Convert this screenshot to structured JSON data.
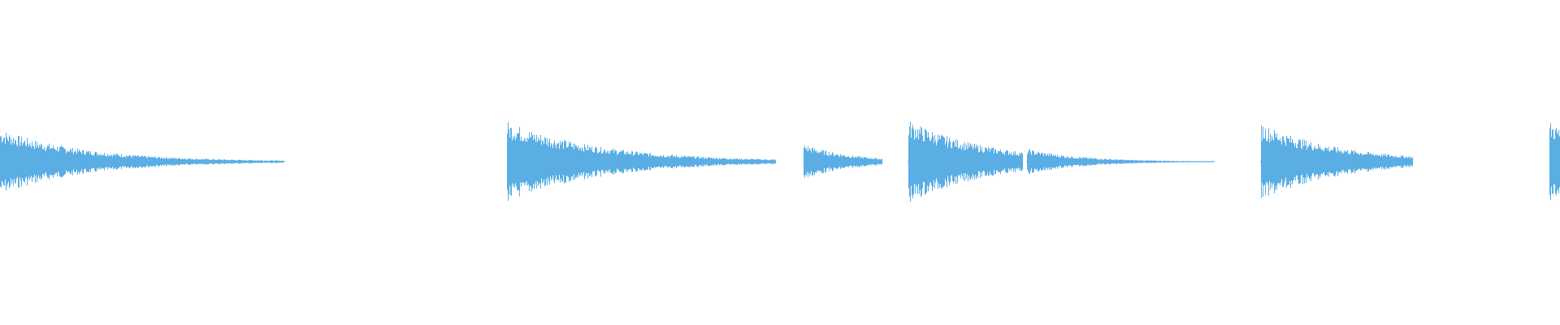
{
  "waveform": {
    "color": "#5aaee4",
    "background": "#ffffff",
    "duration_s": 1.0,
    "hits": [
      {
        "time": 0.0,
        "peak": 0.4,
        "decay": 0.055,
        "tail_end": 0.182
      },
      {
        "time": 0.325,
        "peak": 0.5,
        "decay": 0.06,
        "tail_end": 0.497
      },
      {
        "time": 0.515,
        "peak": 0.22,
        "decay": 0.03,
        "tail_end": 0.565
      },
      {
        "time": 0.582,
        "peak": 0.52,
        "decay": 0.05,
        "tail_end": 0.655
      },
      {
        "time": 0.658,
        "peak": 0.16,
        "decay": 0.035,
        "tail_end": 0.778
      },
      {
        "time": 0.808,
        "peak": 0.48,
        "decay": 0.05,
        "tail_end": 0.905
      },
      {
        "time": 0.993,
        "peak": 0.5,
        "decay": 0.04,
        "tail_end": 1.0
      }
    ],
    "aftershocks": [
      {
        "time": 0.033,
        "peak": 0.04
      },
      {
        "time": 0.36,
        "peak": 0.05
      }
    ]
  }
}
